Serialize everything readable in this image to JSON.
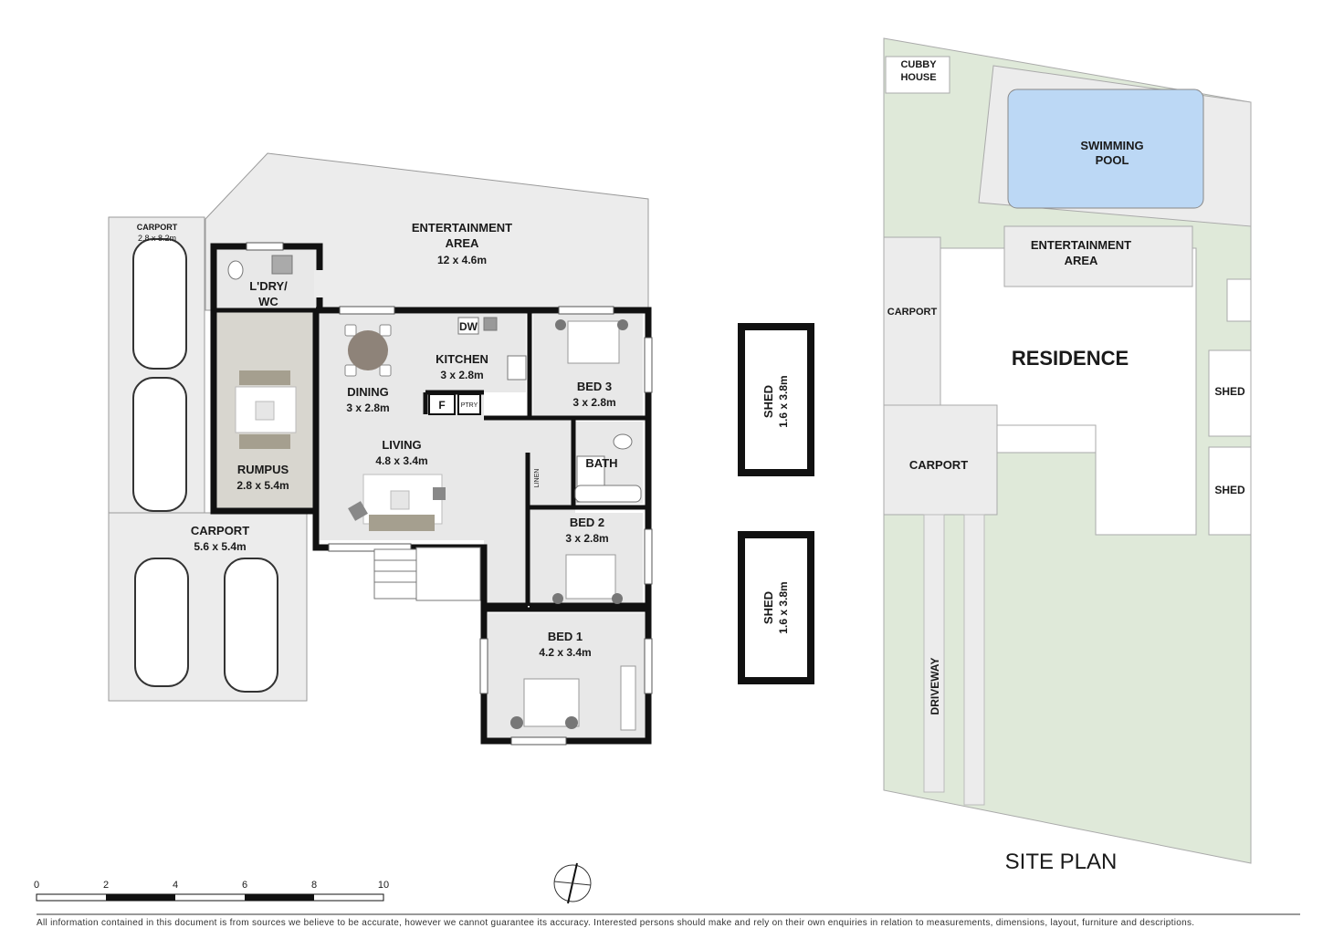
{
  "floor_plan": {
    "rooms": {
      "entertainment": {
        "name_1": "ENTERTAINMENT",
        "name_2": "AREA",
        "dims": "12 x 4.6m"
      },
      "carport_top": {
        "name": "CARPORT",
        "dims": "2.8 x 8.2m"
      },
      "laundry": {
        "name_1": "L'DRY/",
        "name_2": "WC"
      },
      "dining": {
        "name": "DINING",
        "dims": "3 x 2.8m"
      },
      "kitchen": {
        "name": "KITCHEN",
        "dims": "3 x 2.8m",
        "dw": "DW",
        "fridge": "F",
        "pantry": "PTRY"
      },
      "bed3": {
        "name": "BED 3",
        "dims": "3 x 2.8m"
      },
      "living": {
        "name": "LIVING",
        "dims": "4.8 x 3.4m"
      },
      "rumpus": {
        "name": "RUMPUS",
        "dims": "2.8 x 5.4m"
      },
      "bath": {
        "name": "BATH",
        "linen": "LINEN"
      },
      "bed2": {
        "name": "BED 2",
        "dims": "3 x 2.8m"
      },
      "bed1": {
        "name": "BED 1",
        "dims": "4.2 x 3.4m"
      },
      "carport_bottom": {
        "name": "CARPORT",
        "dims": "5.6 x 5.4m"
      },
      "shed_a": {
        "name": "SHED",
        "dims": "1.6 x 3.8m"
      },
      "shed_b": {
        "name": "SHED",
        "dims": "1.6 x 3.8m"
      }
    }
  },
  "site_plan": {
    "title": "SITE PLAN",
    "cubby_1": "CUBBY",
    "cubby_2": "HOUSE",
    "pool_1": "SWIMMING",
    "pool_2": "POOL",
    "ent_1": "ENTERTAINMENT",
    "ent_2": "AREA",
    "residence": "RESIDENCE",
    "carport_a": "CARPORT",
    "carport_b": "CARPORT",
    "shed_1": "SHED",
    "shed_2": "SHED",
    "driveway": "DRIVEWAY"
  },
  "scale_bar": {
    "ticks": [
      "0",
      "2",
      "4",
      "6",
      "8",
      "10"
    ]
  },
  "disclaimer": "All information contained in this document is from sources we believe to be accurate, however we cannot guarantee its accuracy. Interested persons should make and rely on their own enquiries in relation to measurements, dimensions, layout, furniture and descriptions.",
  "colors": {
    "wall": "#111111",
    "floor": "#e8e8e8",
    "rumpus_floor": "#d8d6cf",
    "lawn": "#dfe9d9",
    "pool": "#bcd8f5"
  }
}
